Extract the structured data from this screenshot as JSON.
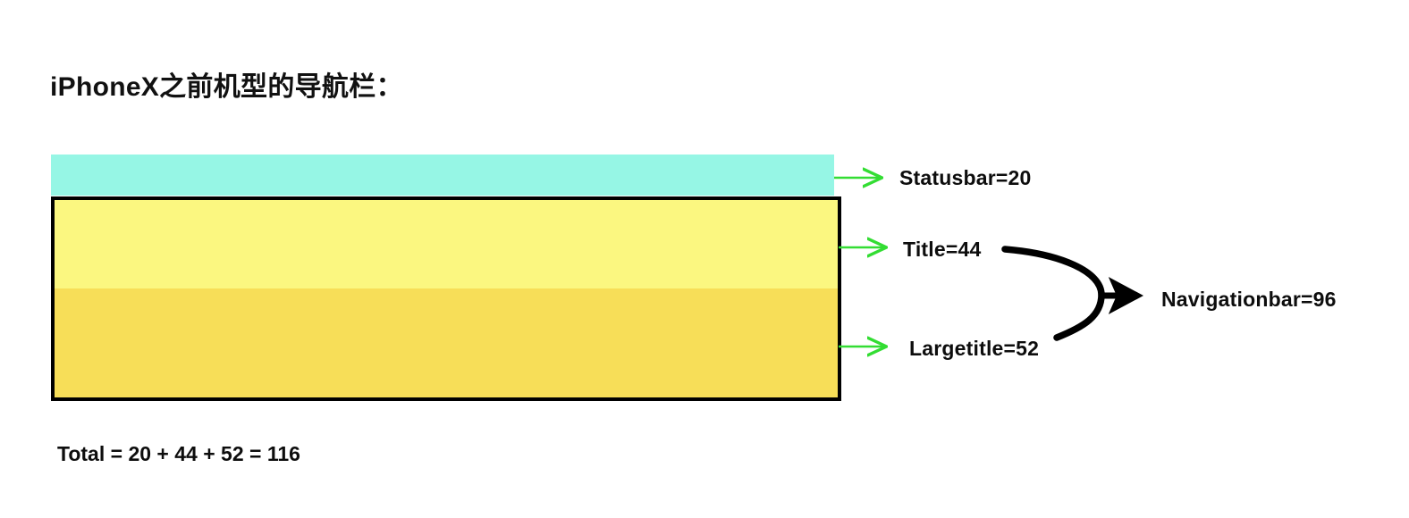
{
  "page": {
    "title": "iPhoneX之前机型的导航栏：",
    "background_color": "#ffffff"
  },
  "diagram": {
    "type": "stacked-band-diagram",
    "bands": [
      {
        "name": "statusbar",
        "color": "#96f6e5",
        "value": 20,
        "label": "Statusbar=20",
        "arrow_color": "#33dd33"
      },
      {
        "name": "title",
        "color": "#fbf780",
        "value": 44,
        "label": "Title=44",
        "arrow_color": "#33dd33"
      },
      {
        "name": "largetitle",
        "color": "#f7de58",
        "value": 52,
        "label": "Largetitle=52",
        "arrow_color": "#33dd33"
      }
    ],
    "grouped": {
      "name": "navigationbar",
      "label": "Navigationbar=96",
      "value": 96,
      "members": [
        "Title=44",
        "Largetitle=52"
      ],
      "arrow_color": "#000000"
    },
    "border_color": "#000000",
    "total": "Total = 20 + 44 + 52 = 116"
  },
  "chart_data": {
    "type": "bar",
    "title": "iPhoneX之前机型的导航栏：",
    "categories": [
      "Statusbar",
      "Title",
      "Largetitle"
    ],
    "values": [
      20,
      44,
      52
    ],
    "colors": [
      "#96f6e5",
      "#fbf780",
      "#f7de58"
    ],
    "annotations": [
      "Statusbar=20",
      "Title=44",
      "Largetitle=52",
      "Navigationbar=96",
      "Total = 20 + 44 + 52 = 116"
    ],
    "xlabel": "",
    "ylabel": "",
    "grid": false,
    "legend": "none"
  }
}
